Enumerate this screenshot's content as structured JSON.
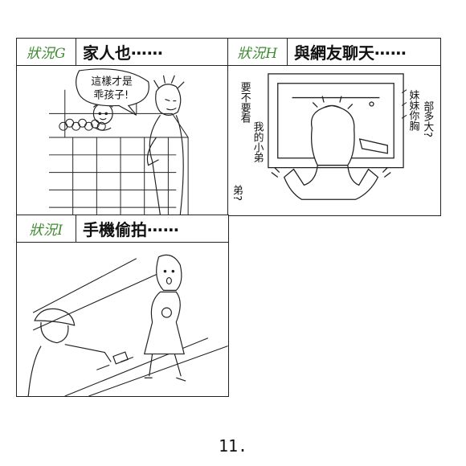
{
  "panels": [
    {
      "tag": "狀況G",
      "title": "家人也⋯⋯",
      "speech": [
        "這樣才是",
        "乖孩子!"
      ]
    },
    {
      "tag": "狀況H",
      "title": "與網友聊天⋯⋯",
      "speech_right": [
        "妹妹你胸",
        "部多大?"
      ],
      "speech_left": [
        "要不要看",
        "我的小弟",
        "弟?"
      ]
    },
    {
      "tag": "狀況I",
      "title": "手機偷拍⋯⋯"
    }
  ],
  "page_number": "11."
}
